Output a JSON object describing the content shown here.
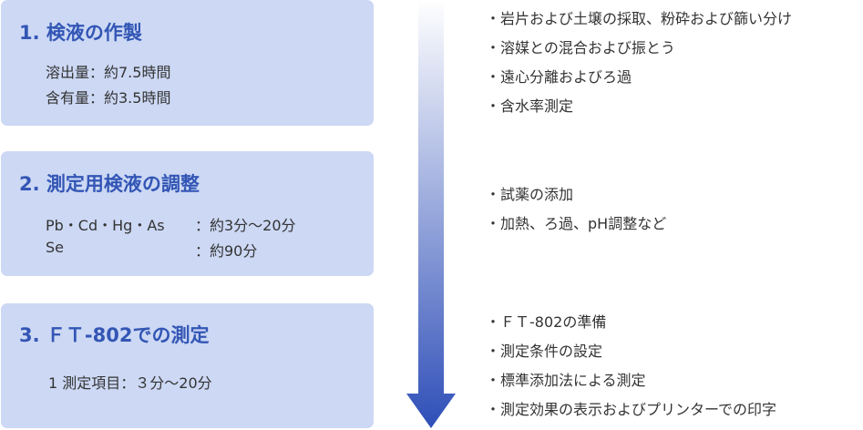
{
  "steps": [
    {
      "title": "1. 検液の作製",
      "lines": [
        "溶出量：約7.5時間",
        "含有量：約3.5時間"
      ],
      "notes": [
        "・岩片および土壌の採取、粉砕および篩い分け",
        "・溶媒との混合および振とう",
        "・遠心分離およびろ過",
        "・含水率測定"
      ]
    },
    {
      "title": "2. 測定用検液の調整",
      "rows": [
        {
          "name": "Pb・Cd・Hg・As",
          "value": "：約3分～20分"
        },
        {
          "name": "Se",
          "value": "：約90分"
        }
      ],
      "notes": [
        "・試薬の添加",
        "・加熱、ろ過、pH調整など"
      ]
    },
    {
      "title": "3. ＦＴ-802での測定",
      "lines": [
        "1 測定項目：３分～20分"
      ],
      "notes": [
        "・ＦＴ-802の準備",
        "・測定条件の設定",
        "・標準添加法による測定",
        "・測定効果の表示およびプリンターでの印字"
      ]
    }
  ],
  "colors": {
    "box_fill": "#ccd8f4",
    "title_text": "#3356b5",
    "arrow_top": "#ffffff",
    "arrow_bottom": "#2f4fb8"
  }
}
